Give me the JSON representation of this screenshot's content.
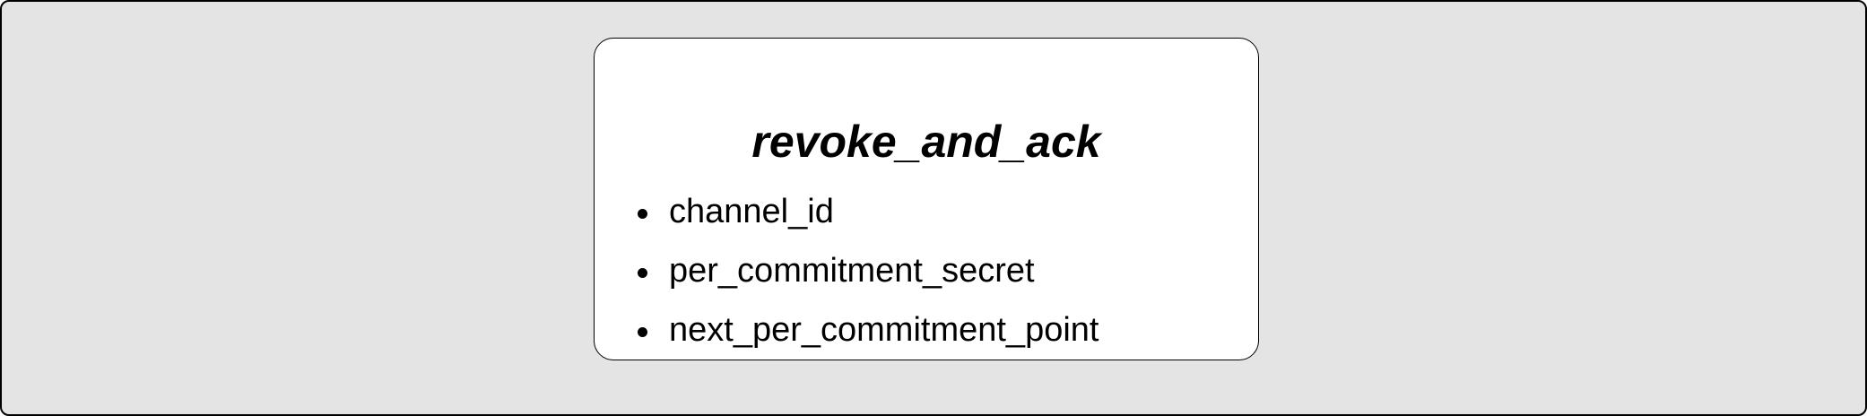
{
  "diagram": {
    "title": "revoke_and_ack",
    "fields": [
      "channel_id",
      "per_commitment_secret",
      "next_per_commitment_point"
    ]
  },
  "colors": {
    "canvas_background": "#e4e4e4",
    "card_background": "#ffffff",
    "border": "#000000",
    "text": "#000000"
  }
}
